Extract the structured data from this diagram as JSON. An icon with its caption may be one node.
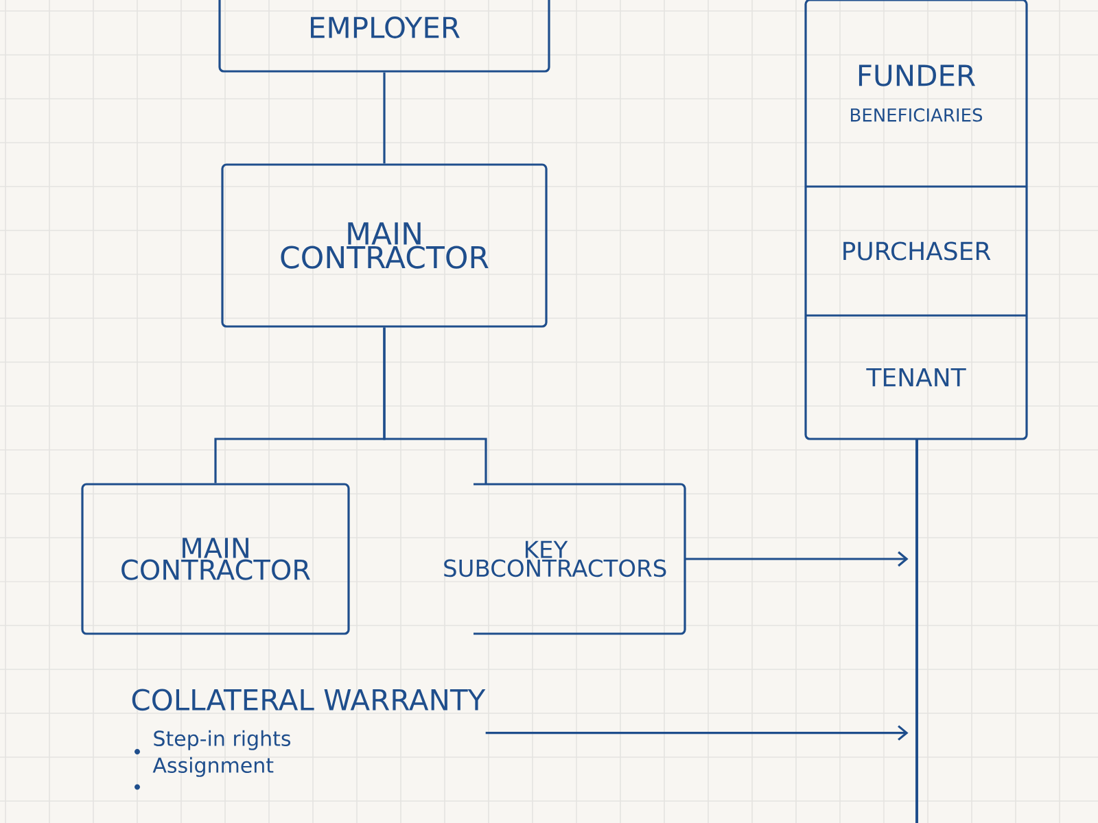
{
  "diagram": {
    "nodes": [
      {
        "text": [
          "EMPLOYER"
        ]
      },
      {
        "text": [
          "MAIN CONTRACTOR"
        ]
      },
      {
        "text": [
          "MAIN CONTRACTOR"
        ]
      },
      {
        "text": [
          "KEY SUBCONTRACTORS"
        ]
      },
      {
        "text": [],
        "shape": "box"
      },
      {
        "text": [
          "FUNDER",
          "BENEFICIARIES"
        ],
        "in": 4
      },
      {
        "text": [
          "PURCHASER"
        ],
        "in": 4
      },
      {
        "text": [
          "TENANT"
        ],
        "in": 4
      },
      {
        "text": [
          "COLLATERAL WARRANTY",
          "Step-in rights",
          "Assignment"
        ]
      },
      {
        "text": [],
        "shape": "bar"
      }
    ],
    "edges": [
      {
        "from": 0,
        "to": 1,
        "arrow": "none"
      },
      {
        "from": 1,
        "to": 2,
        "arrow": "none"
      },
      {
        "from": 1,
        "to": 3,
        "arrow": "none"
      },
      {
        "from": 3,
        "to": 9,
        "arrow": "to"
      },
      {
        "from": 8,
        "to": 9,
        "arrow": "to"
      }
    ]
  }
}
